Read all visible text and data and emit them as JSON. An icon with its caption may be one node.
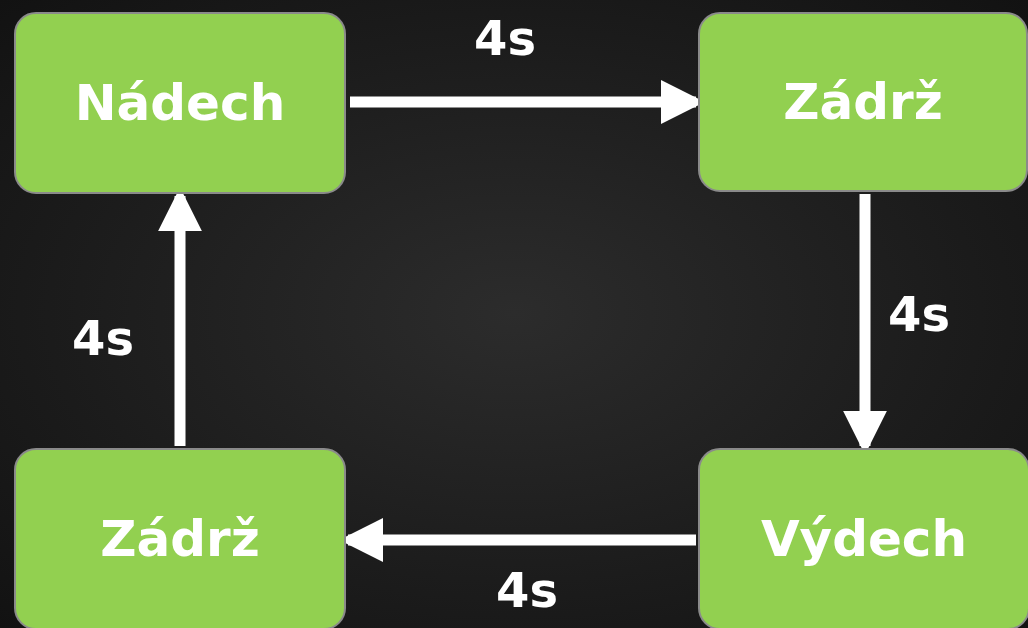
{
  "diagram": {
    "nodes": [
      {
        "text": [
          "Nádech"
        ]
      },
      {
        "text": [
          "Zádrž"
        ]
      },
      {
        "text": [
          "Výdech"
        ]
      },
      {
        "text": [
          "Zádrž"
        ]
      }
    ],
    "edges": [
      {
        "from": 0,
        "to": 1,
        "arrow": "to",
        "label": "4s"
      },
      {
        "from": 1,
        "to": 2,
        "arrow": "to",
        "label": "4s"
      },
      {
        "from": 2,
        "to": 3,
        "arrow": "to",
        "label": "4s"
      },
      {
        "from": 3,
        "to": 0,
        "arrow": "to",
        "label": "4s"
      }
    ]
  }
}
